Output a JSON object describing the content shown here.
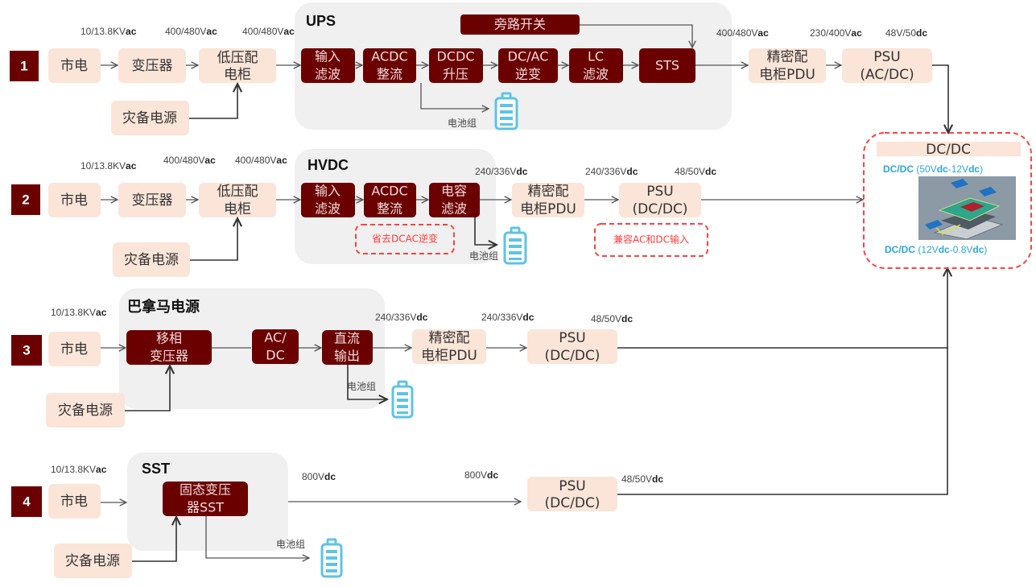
{
  "rows": [
    {
      "number": "1",
      "group_title": "UPS",
      "voltages": [
        "10/13.8KV|ac",
        "400/480V|ac",
        "400/480V|ac",
        "400/480V|ac",
        "230/400V|ac",
        "48V/50|dc"
      ],
      "nodes": {
        "grid": "市电",
        "transformer": "变压器",
        "lv_cabinet": [
          "低压配",
          "电柜"
        ],
        "backup": "灾备电源",
        "bypass": "旁路开关",
        "internal": [
          [
            "输入",
            "滤波"
          ],
          [
            "ACDC",
            "整流"
          ],
          [
            "DCDC",
            "升压"
          ],
          [
            "DC/AC",
            "逆变"
          ],
          [
            "LC",
            "滤波"
          ],
          [
            "STS"
          ]
        ],
        "pdu": [
          "精密配",
          "电柜PDU"
        ],
        "psu": [
          "PSU",
          "(AC/DC)"
        ]
      },
      "battery_label": "电池组"
    },
    {
      "number": "2",
      "group_title": "HVDC",
      "voltages": [
        "10/13.8KV|ac",
        "400/480V|ac",
        "400/480V|ac",
        "240/336V|dc",
        "240/336V|dc",
        "48/50V|dc"
      ],
      "nodes": {
        "grid": "市电",
        "transformer": "变压器",
        "lv_cabinet": [
          "低压配",
          "电柜"
        ],
        "backup": "灾备电源",
        "internal": [
          [
            "输入",
            "滤波"
          ],
          [
            "ACDC",
            "整流"
          ],
          [
            "电容",
            "滤波"
          ]
        ],
        "pdu": [
          "精密配",
          "电柜PDU"
        ],
        "psu": [
          "PSU",
          "(DC/DC)"
        ]
      },
      "notes": [
        "省去DCAC逆变",
        "兼容AC和DC输入"
      ],
      "battery_label": "电池组"
    },
    {
      "number": "3",
      "group_title": "巴拿马电源",
      "voltages": [
        "10/13.8KV|ac",
        "240/336V|dc",
        "240/336V|dc",
        "48/50V|dc"
      ],
      "nodes": {
        "grid": "市电",
        "backup": "灾备电源",
        "internal": [
          [
            "移相",
            "变压器"
          ],
          [
            "AC/",
            "DC"
          ],
          [
            "直流",
            "输出"
          ]
        ],
        "pdu": [
          "精密配",
          "电柜PDU"
        ],
        "psu": [
          "PSU",
          "(DC/DC)"
        ]
      },
      "battery_label": "电池组"
    },
    {
      "number": "4",
      "group_title": "SST",
      "voltages": [
        "10/13.8KV|ac",
        "800V|dc",
        "800V|dc",
        "48/50V|dc"
      ],
      "nodes": {
        "grid": "市电",
        "backup": "灾备电源",
        "internal": [
          [
            "固态变压",
            "器SST"
          ]
        ],
        "psu": [
          "PSU",
          "(DC/DC)"
        ]
      },
      "battery_label": "电池组"
    }
  ],
  "dcdc_panel": {
    "title": "DC/DC",
    "stage1": {
      "bold": "DC/DC",
      "text": " (50V",
      "unit1": "dc",
      "mid": "-12V",
      "unit2": "dc",
      "end": ")"
    },
    "stage2": {
      "bold": "DC/DC",
      "text": " (12V",
      "unit1": "dc",
      "mid": "-0.8V",
      "unit2": "dc",
      "end": ")"
    },
    "image_icon": "chip-module-render"
  },
  "colors": {
    "dark_block": "#6b0000",
    "light_block": "#fbe5d8",
    "group_bg": "#f0f0f0",
    "note_red": "#ff3b3b",
    "battery_blue": "#5ec3e6",
    "label_blue": "#2aa6e0"
  }
}
